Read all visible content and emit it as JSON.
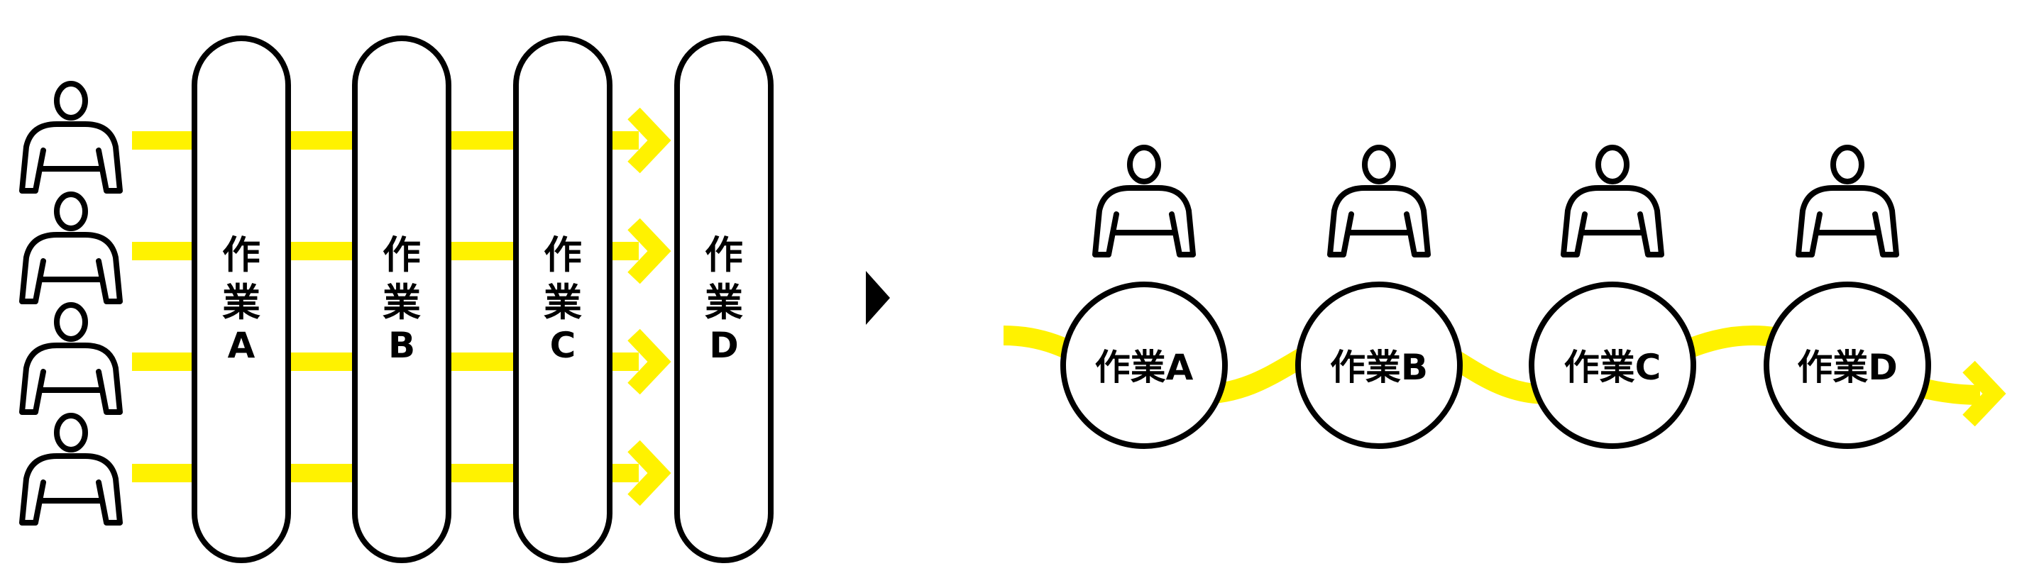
{
  "colors": {
    "flow": "#fff200",
    "outline": "#000000"
  },
  "before": {
    "tasks": [
      {
        "char1": "作",
        "char2": "業",
        "letter": "A"
      },
      {
        "char1": "作",
        "char2": "業",
        "letter": "B"
      },
      {
        "char1": "作",
        "char2": "業",
        "letter": "C"
      },
      {
        "char1": "作",
        "char2": "業",
        "letter": "D"
      }
    ],
    "worker_count": 4
  },
  "transition_icon": "play-triangle-icon",
  "after": {
    "tasks": [
      {
        "label": "作業A"
      },
      {
        "label": "作業B"
      },
      {
        "label": "作業C"
      },
      {
        "label": "作業D"
      }
    ],
    "worker_count": 4
  }
}
